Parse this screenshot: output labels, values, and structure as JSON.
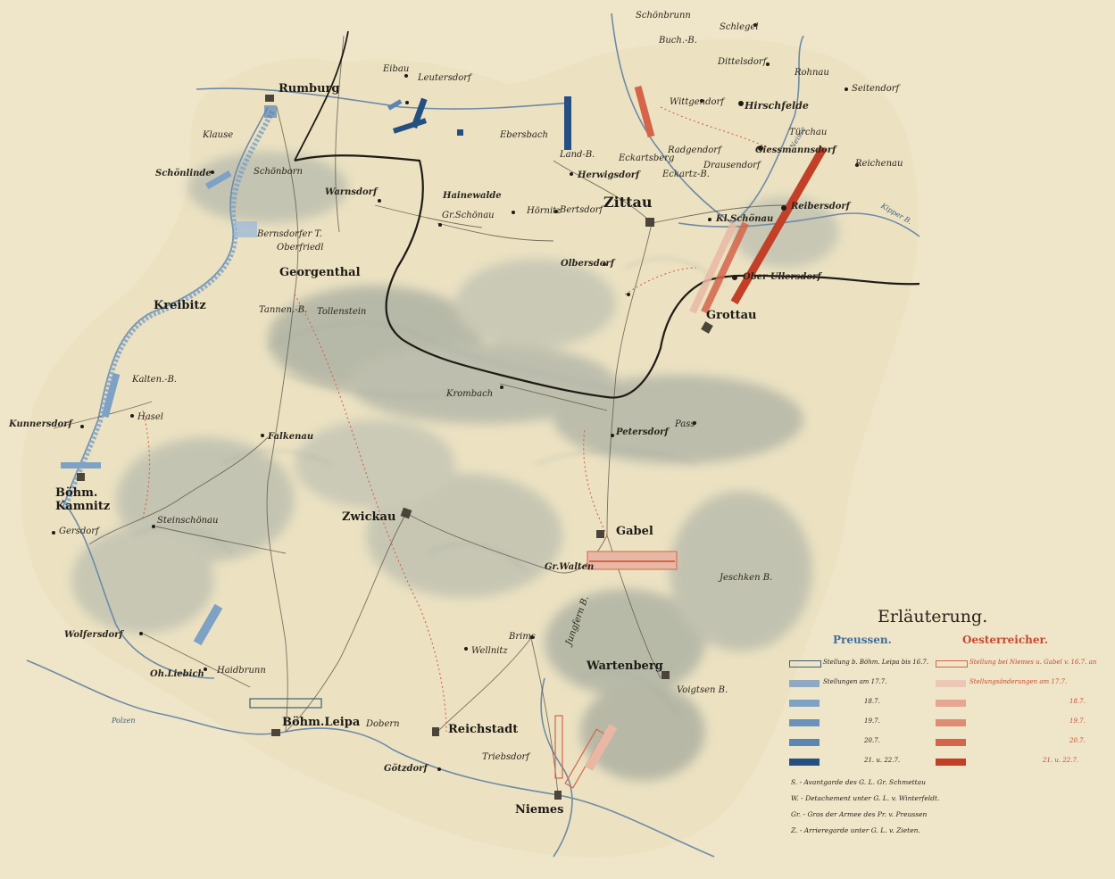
{
  "cities": [
    {
      "name": "Rumburg"
    },
    {
      "name": "Zittau"
    },
    {
      "name": "Georgenthal"
    },
    {
      "name": "Kreibitz"
    },
    {
      "name": "Böhm. Kamnitz"
    },
    {
      "name": "Zwickau"
    },
    {
      "name": "Gabel"
    },
    {
      "name": "Wartenberg"
    },
    {
      "name": "Böhm.Leipa"
    },
    {
      "name": "Reichstadt"
    },
    {
      "name": "Niemes"
    },
    {
      "name": "Grottau"
    }
  ],
  "towns": [
    {
      "name": "Schönbrunn"
    },
    {
      "name": "Schlegel"
    },
    {
      "name": "Buch.-B."
    },
    {
      "name": "Dittelsdorf"
    },
    {
      "name": "Rohnau"
    },
    {
      "name": "Seitendorf"
    },
    {
      "name": "Hirschfelde"
    },
    {
      "name": "Wittgendorf"
    },
    {
      "name": "Radgendorf"
    },
    {
      "name": "Drausendorf"
    },
    {
      "name": "Türchau"
    },
    {
      "name": "Giessmannsdorf"
    },
    {
      "name": "Reichenau"
    },
    {
      "name": "Kl.Schönau"
    },
    {
      "name": "Reibersdorf"
    },
    {
      "name": "Ober Ullersdorf"
    },
    {
      "name": "Eckartsberg"
    },
    {
      "name": "Eckartz-B."
    },
    {
      "name": "Herwigsdorf"
    },
    {
      "name": "Land-B."
    },
    {
      "name": "Bertsdorf"
    },
    {
      "name": "Olbersdorf"
    },
    {
      "name": "Hörnitz"
    },
    {
      "name": "Gr.Schönau"
    },
    {
      "name": "Hainewalde"
    },
    {
      "name": "Warnsdorf"
    },
    {
      "name": "Leutersdorf"
    },
    {
      "name": "Ebersbach"
    },
    {
      "name": "Eibau"
    },
    {
      "name": "Schönlinde"
    },
    {
      "name": "Klause"
    },
    {
      "name": "Schönborn"
    },
    {
      "name": "Tannen.-B."
    },
    {
      "name": "Tollenstein"
    },
    {
      "name": "Krombach"
    },
    {
      "name": "Petersdorf"
    },
    {
      "name": "Pass"
    },
    {
      "name": "Kalten.-B."
    },
    {
      "name": "Hasel"
    },
    {
      "name": "Kunnersdorf"
    },
    {
      "name": "Falkenau"
    },
    {
      "name": "Steinschönau"
    },
    {
      "name": "Gersdorf"
    },
    {
      "name": "Wolfersdorf"
    },
    {
      "name": "Oh.Liebich"
    },
    {
      "name": "Haidbrunn"
    },
    {
      "name": "Dobern"
    },
    {
      "name": "Götzdorf"
    },
    {
      "name": "Triebsdorf"
    },
    {
      "name": "Brims"
    },
    {
      "name": "Wellnitz"
    },
    {
      "name": "Gr.Walten"
    },
    {
      "name": "Jeschken B."
    },
    {
      "name": "Jungfern B."
    },
    {
      "name": "Voigtsen B."
    },
    {
      "name": "Bernsdorfer T."
    },
    {
      "name": "Oberfriedl"
    }
  ],
  "rivers": [
    {
      "name": "Neisse"
    },
    {
      "name": "Polzen"
    },
    {
      "name": "Kipper B."
    }
  ],
  "legend": {
    "title": "Erläuterung.",
    "prussia_header": "Preussen.",
    "austria_header": "Oesterreicher.",
    "prussia_rows": [
      "Stellung b. Böhm. Leipa bis 16.7.",
      "Stellungen am 17.7.",
      "18.7.",
      "19.7.",
      "20.7.",
      "21. u. 22.7."
    ],
    "austria_rows": [
      "Stellung bei Niemes u. Gabel v. 16.7. an",
      "Stellungsänderungen am 17.7.",
      "18.7.",
      "19.7.",
      "20.7.",
      "21. u. 22.7."
    ],
    "notes": [
      "S. - Avantgarde des G. L. Gr. Schmettau",
      "W. - Detachement unter G. L. v. Winterfeldt.",
      "Gr. - Gros der Armee des Pr. v. Preussen",
      "Z. - Arrieregarde unter G. L. v. Zieten."
    ]
  },
  "colors": {
    "paper": "#efe5c8",
    "terrain": "#8f9a94",
    "prussia": "#5a85b5",
    "prussia_dark": "#244f82",
    "austria": "#d4644a",
    "austria_dark": "#c23f28",
    "austria_light": "#e9b8a4",
    "river": "#5a7a9a",
    "road": "#3a332a"
  }
}
